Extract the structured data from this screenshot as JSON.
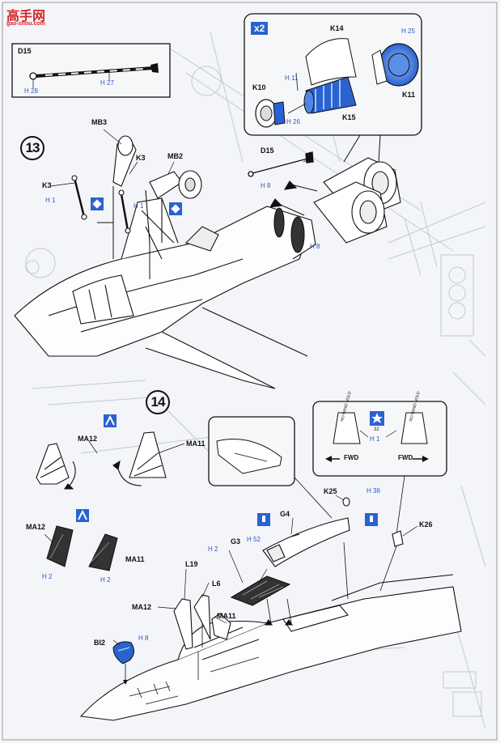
{
  "watermark": {
    "brand": "高手网",
    "url": "gao-shou.com"
  },
  "steps": {
    "step13": "13",
    "step14": "14"
  },
  "callouts": {
    "x2": "x2"
  },
  "labels": {
    "d15_box": "D15",
    "d15_main": "D15",
    "k14": "K14",
    "k10": "K10",
    "k11": "K11",
    "k15": "K15",
    "mb3": "MB3",
    "k3_a": "K3",
    "k3_b": "K3",
    "mb2": "MB2",
    "ma12_a": "MA12",
    "ma11_a": "MA11",
    "ma12_b": "MA12",
    "ma11_b": "MA11",
    "ma12_c": "MA12",
    "ma11_c": "MA11",
    "g4": "G4",
    "g3": "G3",
    "l19": "L19",
    "l6": "L6",
    "k25": "K25",
    "k26": "K26",
    "bi2": "BI2",
    "fwd_left": "FWD",
    "fwd_right": "FWD",
    "decal_num": "32",
    "panel_text": "NO HAND HOLD"
  },
  "h_refs": {
    "d15_left": "H 28",
    "d15_mid": "H 27",
    "k15": "H 11",
    "k10": "H 26",
    "k11": "H 25",
    "k3": "H 1",
    "mb2": "H 1",
    "d15_main": "H 8",
    "exhaust": "H 8",
    "ma12": "H 2",
    "ma11": "H 2",
    "g3": "H 2",
    "g4": "H 52",
    "k25": "H 36",
    "decal": "H 1",
    "bi2": "H 8"
  },
  "colors": {
    "blue": "#2a62d1",
    "ink": "#1a1a1a",
    "ghost": "#a9b1c4",
    "paper": "#f4f5f8"
  }
}
